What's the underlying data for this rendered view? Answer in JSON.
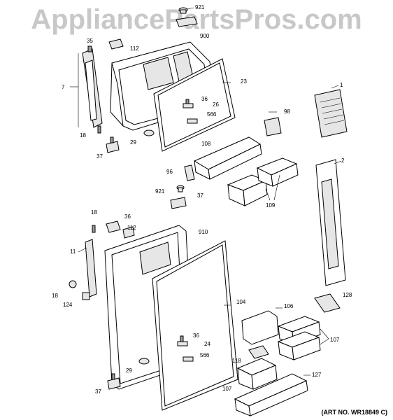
{
  "watermark": "AppliancePartsPros.com",
  "art_number": "(ART NO. WR18849 C)",
  "callouts": {
    "c921a": "921",
    "c35": "35",
    "c112a": "112",
    "c900": "900",
    "c7": "7",
    "c23": "23",
    "c36a": "36",
    "c26": "26",
    "c566a": "566",
    "c18a": "18",
    "c29a": "29",
    "c37a": "37",
    "c98": "98",
    "c108": "108",
    "c1": "1",
    "c96": "96",
    "c2": "2",
    "c109": "109",
    "c921b": "921",
    "c37b": "37",
    "c18b": "18",
    "c36b": "36",
    "c112b": "112",
    "c910": "910",
    "c11": "11",
    "c18c": "18",
    "c124": "124",
    "c104": "104",
    "c106": "106",
    "c128": "128",
    "c36c": "36",
    "c24": "24",
    "c566b": "566",
    "c29b": "29",
    "c107a": "107",
    "c118": "118",
    "c107b": "107",
    "c127": "127",
    "c37c": "37"
  }
}
